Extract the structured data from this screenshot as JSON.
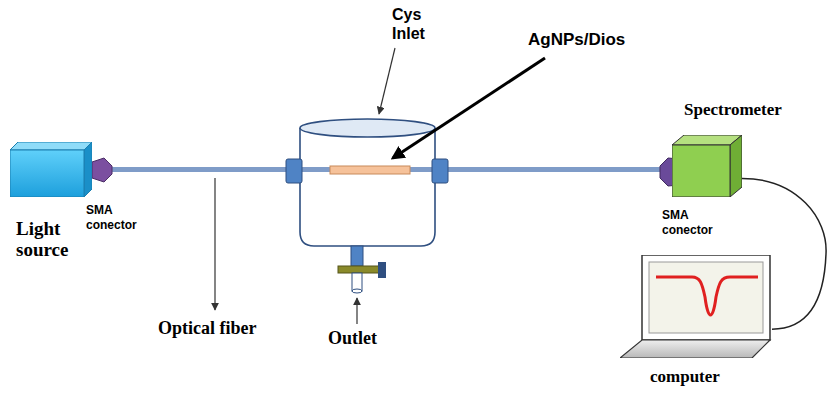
{
  "diagram": {
    "nodes": [
      {
        "text": [
          "Light source"
        ]
      },
      {
        "text": [
          "Spectrometer"
        ]
      },
      {
        "text": [
          "computer"
        ]
      }
    ],
    "edges": [
      {
        "from": 0,
        "to": 1,
        "arrow": "none"
      },
      {
        "from": 1,
        "to": 2,
        "arrow": "none"
      }
    ],
    "labels": [
      "Cys Inlet",
      "AgNPs/Dios",
      "SMA conector",
      "SMA conector",
      "Optical fiber",
      "Outlet"
    ]
  }
}
